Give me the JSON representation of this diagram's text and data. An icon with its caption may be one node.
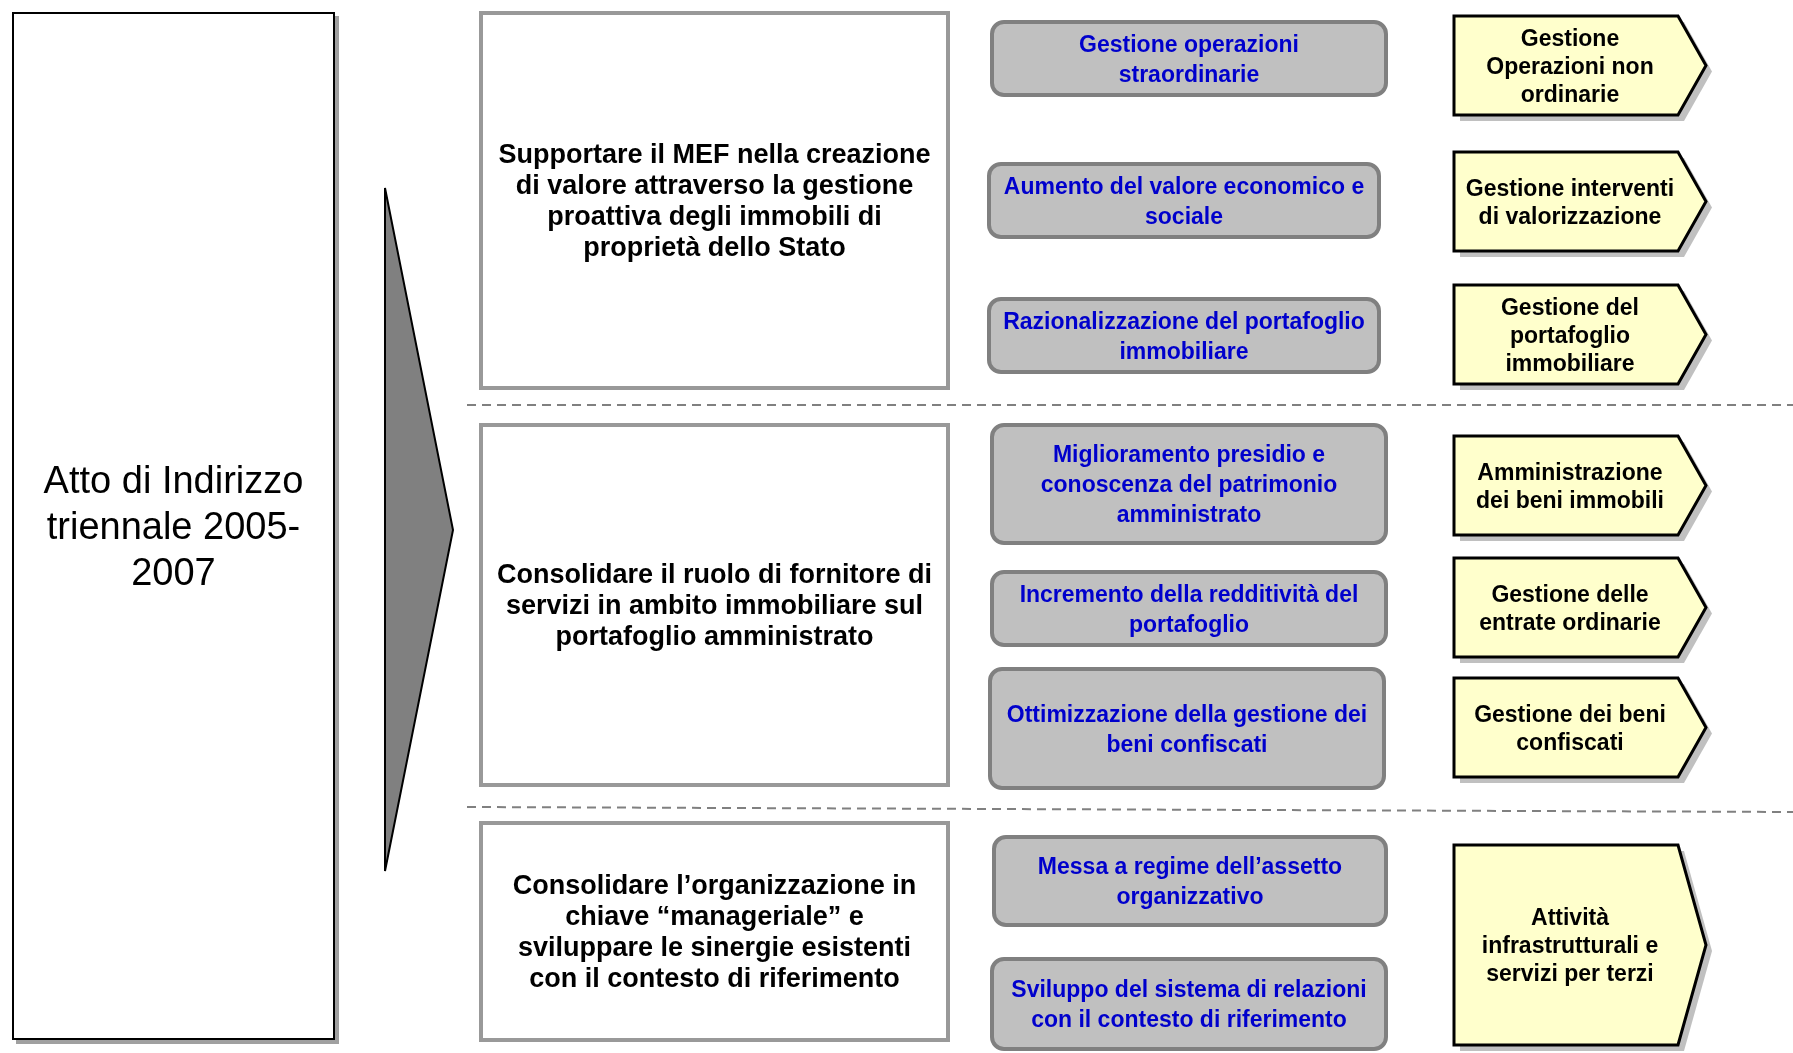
{
  "diagram": {
    "nodes": [
      {
        "text": [
          "Atto di Indirizzo triennale 2005-2007"
        ]
      },
      {
        "text": [
          "Supportare il MEF nella creazione di valore attraverso la gestione proattiva degli immobili di proprietà dello Stato"
        ]
      },
      {
        "text": [
          "Gestione operazioni straordinarie"
        ]
      },
      {
        "text": [
          "Aumento del valore economico e sociale"
        ]
      },
      {
        "text": [
          "Razionalizzazione del portafoglio immobiliare"
        ]
      },
      {
        "text": [
          "Gestione Operazioni non ordinarie"
        ]
      },
      {
        "text": [
          "Gestione interventi di valorizzazione"
        ]
      },
      {
        "text": [
          "Gestione del portafoglio immobiliare"
        ]
      },
      {
        "text": [
          "Consolidare il ruolo di fornitore di servizi in ambito immobiliare sul portafoglio amministrato"
        ]
      },
      {
        "text": [
          "Miglioramento presidio e conoscenza del patrimonio amministrato"
        ]
      },
      {
        "text": [
          "Incremento della redditività del portafoglio"
        ]
      },
      {
        "text": [
          "Ottimizzazione della gestione dei beni confiscati"
        ]
      },
      {
        "text": [
          "Amministrazione dei beni immobili"
        ]
      },
      {
        "text": [
          "Gestione delle entrate ordinarie"
        ]
      },
      {
        "text": [
          "Gestione dei beni confiscati"
        ]
      },
      {
        "text": [
          "Consolidare l’organizzazione in chiave “manageriale” e sviluppare le sinergie esistenti con il contesto di riferimento"
        ]
      },
      {
        "text": [
          "Messa a regime dell’assetto organizzativo"
        ]
      },
      {
        "text": [
          "Sviluppo del sistema di relazioni con il contesto di riferimento"
        ]
      },
      {
        "text": [
          "Attività infrastrutturali e servizi per terzi"
        ]
      }
    ],
    "edges": []
  }
}
